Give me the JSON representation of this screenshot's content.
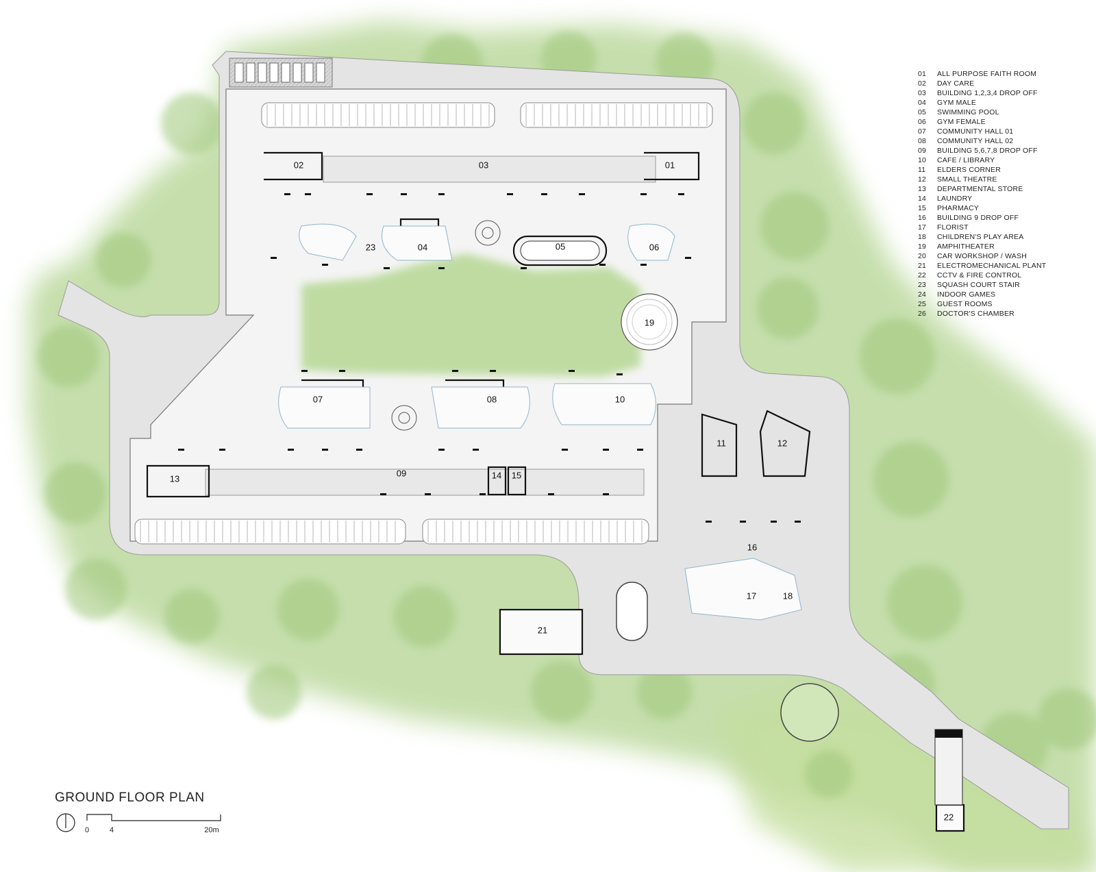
{
  "title": "GROUND FLOOR PLAN",
  "scale_bar": {
    "ticks": [
      "0",
      "4",
      "20m"
    ]
  },
  "legend": [
    {
      "num": "01",
      "label": "ALL PURPOSE FAITH ROOM"
    },
    {
      "num": "02",
      "label": "DAY CARE"
    },
    {
      "num": "03",
      "label": "BUILDING 1,2,3,4 DROP OFF"
    },
    {
      "num": "04",
      "label": "GYM MALE"
    },
    {
      "num": "05",
      "label": "SWIMMING POOL"
    },
    {
      "num": "06",
      "label": "GYM FEMALE"
    },
    {
      "num": "07",
      "label": "COMMUNITY HALL 01"
    },
    {
      "num": "08",
      "label": "COMMUNITY HALL 02"
    },
    {
      "num": "09",
      "label": "BUILDING 5,6,7,8 DROP OFF"
    },
    {
      "num": "10",
      "label": "CAFE / LIBRARY"
    },
    {
      "num": "11",
      "label": "ELDERS CORNER"
    },
    {
      "num": "12",
      "label": "SMALL THEATRE"
    },
    {
      "num": "13",
      "label": "DEPARTMENTAL STORE"
    },
    {
      "num": "14",
      "label": "LAUNDRY"
    },
    {
      "num": "15",
      "label": "PHARMACY"
    },
    {
      "num": "16",
      "label": "BUILDING 9 DROP OFF"
    },
    {
      "num": "17",
      "label": "FLORIST"
    },
    {
      "num": "18",
      "label": "CHILDREN'S PLAY AREA"
    },
    {
      "num": "19",
      "label": "AMPHITHEATER"
    },
    {
      "num": "20",
      "label": "CAR WORKSHOP / WASH"
    },
    {
      "num": "21",
      "label": "ELECTROMECHANICAL PLANT"
    },
    {
      "num": "22",
      "label": "CCTV & FIRE CONTROL"
    },
    {
      "num": "23",
      "label": "SQUASH COURT STAIR"
    },
    {
      "num": "24",
      "label": "INDOOR GAMES"
    },
    {
      "num": "25",
      "label": "GUEST ROOMS"
    },
    {
      "num": "26",
      "label": "DOCTOR'S CHAMBER"
    }
  ],
  "plan_labels": [
    "02",
    "03",
    "01",
    "23",
    "04",
    "05",
    "06",
    "19",
    "07",
    "08",
    "10",
    "11",
    "12",
    "13",
    "09",
    "14",
    "15",
    "16",
    "17",
    "18",
    "21",
    "22"
  ],
  "colors": {
    "landscape": "#a9cf84",
    "road": "#e6e6e6",
    "building_fill": "#f7f7f7",
    "wall": "#111111",
    "courtyard": "#bddb9d"
  }
}
